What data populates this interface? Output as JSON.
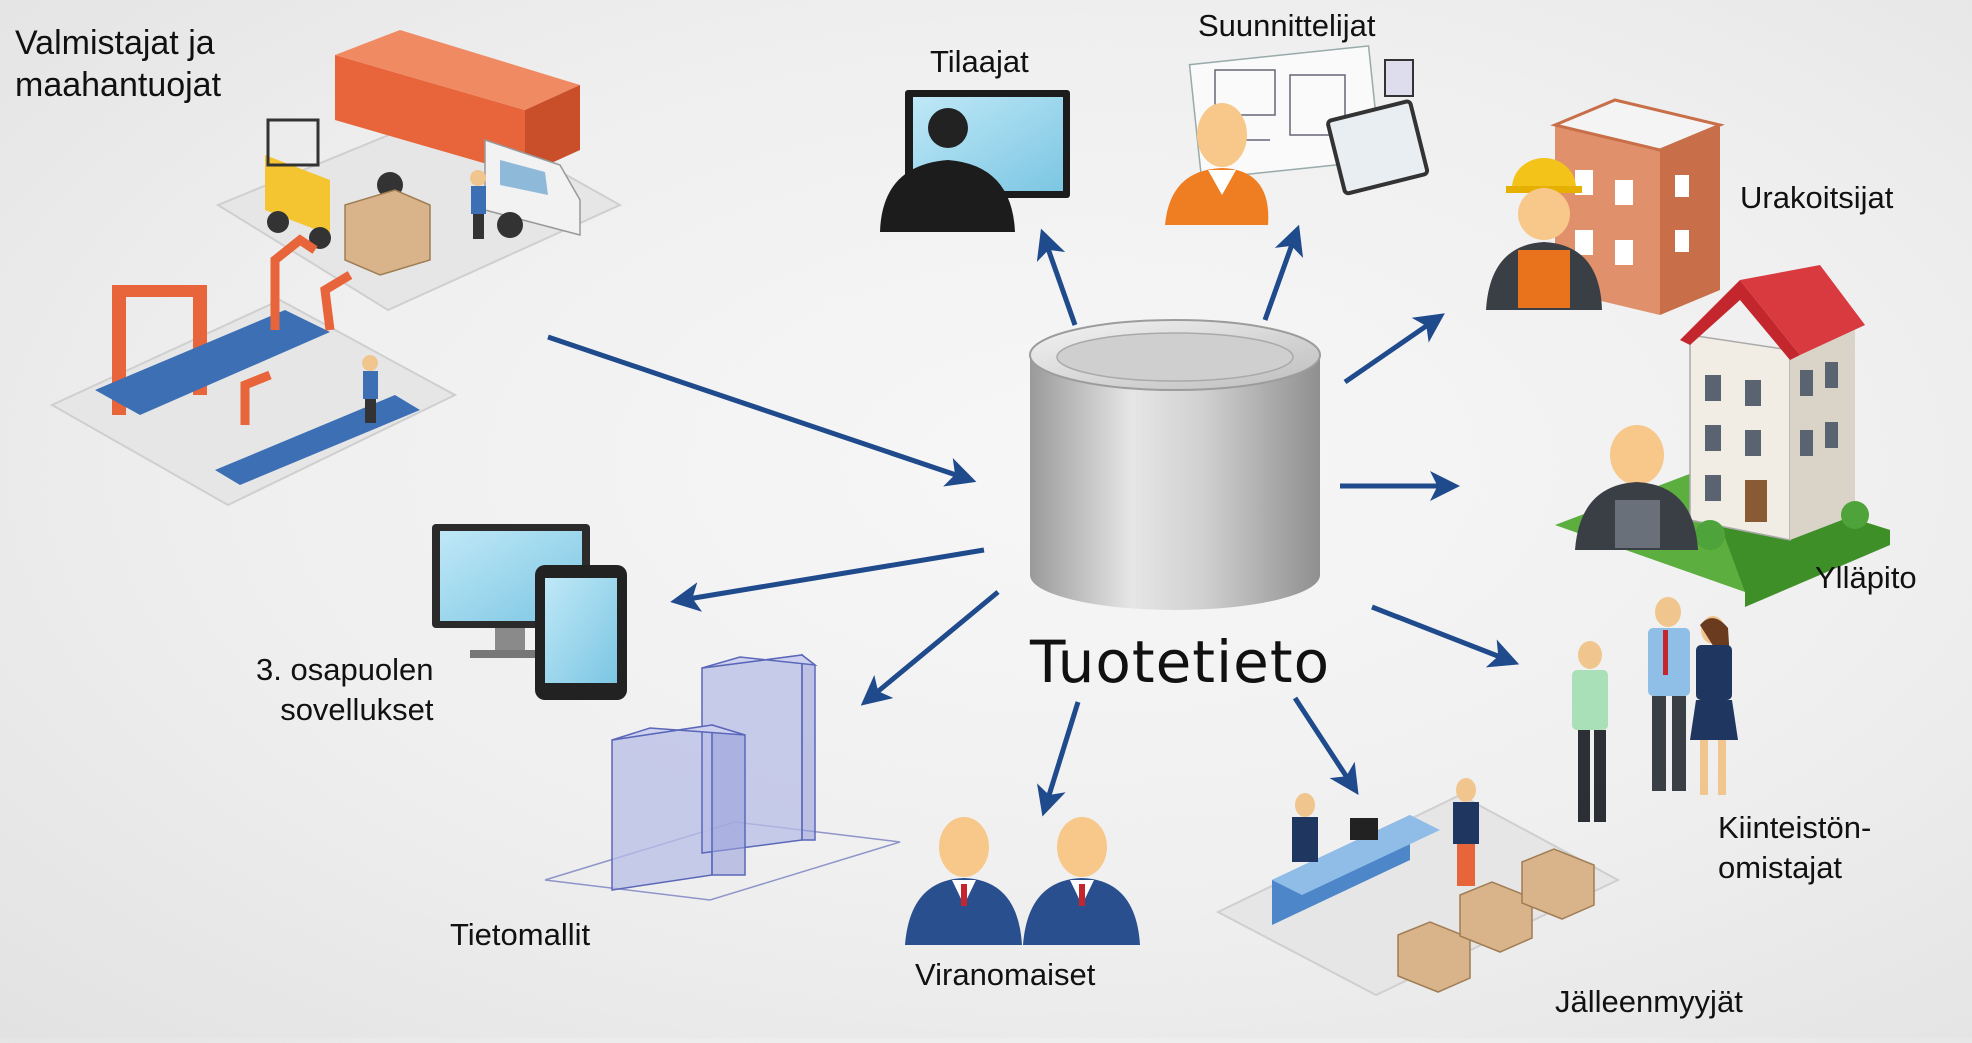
{
  "center": {
    "label": "Tuotetieto"
  },
  "nodes": {
    "manufacturers": {
      "label_line1": "Valmistajat ja",
      "label_line2": "maahantuojat"
    },
    "orderers": {
      "label": "Tilaajat"
    },
    "designers": {
      "label": "Suunnittelijat"
    },
    "contractors": {
      "label": "Urakoitsijat"
    },
    "maintenance": {
      "label": "Ylläpito"
    },
    "owners": {
      "label_line1": "Kiinteistön-",
      "label_line2": "omistajat"
    },
    "retailers": {
      "label": "Jälleenmyyjät"
    },
    "authorities": {
      "label": "Viranomaiset"
    },
    "information_models": {
      "label": "Tietomallit"
    },
    "third_party_apps": {
      "label_line1": "3. osapuolen",
      "label_line2": "sovellukset"
    }
  },
  "colors": {
    "arrow": "#1f4a8c",
    "cylinder": "#c9c9c9",
    "accent_orange": "#e8643a",
    "accent_blue": "#3d6fb5"
  }
}
